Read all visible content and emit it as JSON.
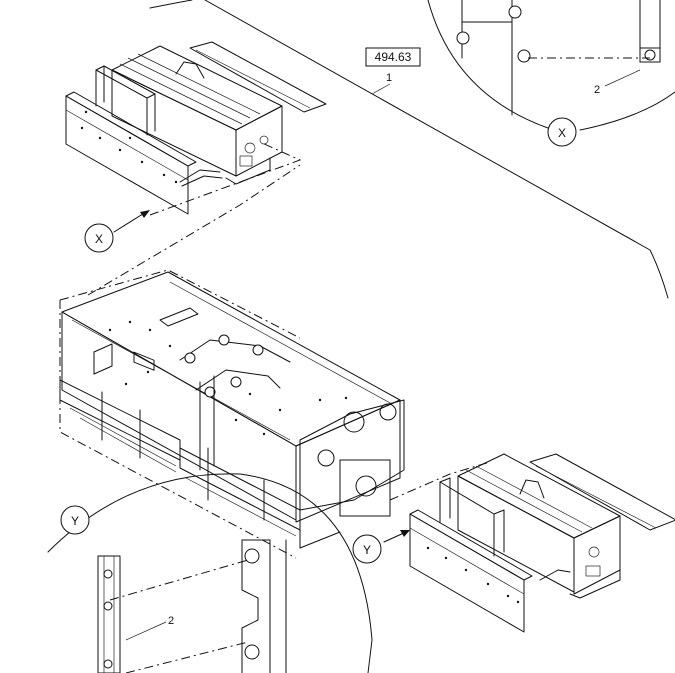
{
  "part_number": "494.63",
  "callouts": {
    "item_1": "1",
    "item_2_top": "2",
    "item_2_bottom": "2"
  },
  "views": {
    "detail_x_top": "X",
    "detail_x_ref": "X",
    "detail_y_left": "Y",
    "detail_y_ref": "Y"
  }
}
